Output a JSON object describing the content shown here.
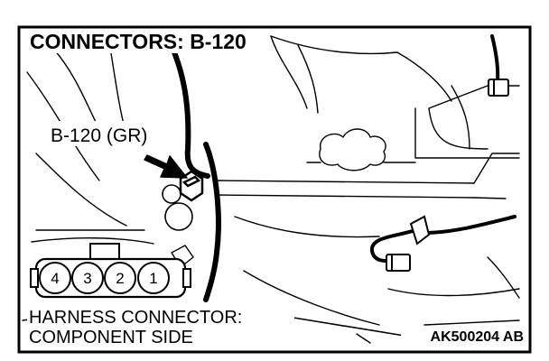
{
  "title": "CONNECTORS: B-120",
  "callout_label": "B-120 (GR)",
  "connector_pins": [
    "4",
    "3",
    "2",
    "1"
  ],
  "harness_line_1": "HARNESS CONNECTOR:",
  "harness_line_2": "COMPONENT SIDE",
  "figure_code": "AK500204 AB",
  "colors": {
    "ink": "#000000",
    "paper": "#ffffff"
  }
}
